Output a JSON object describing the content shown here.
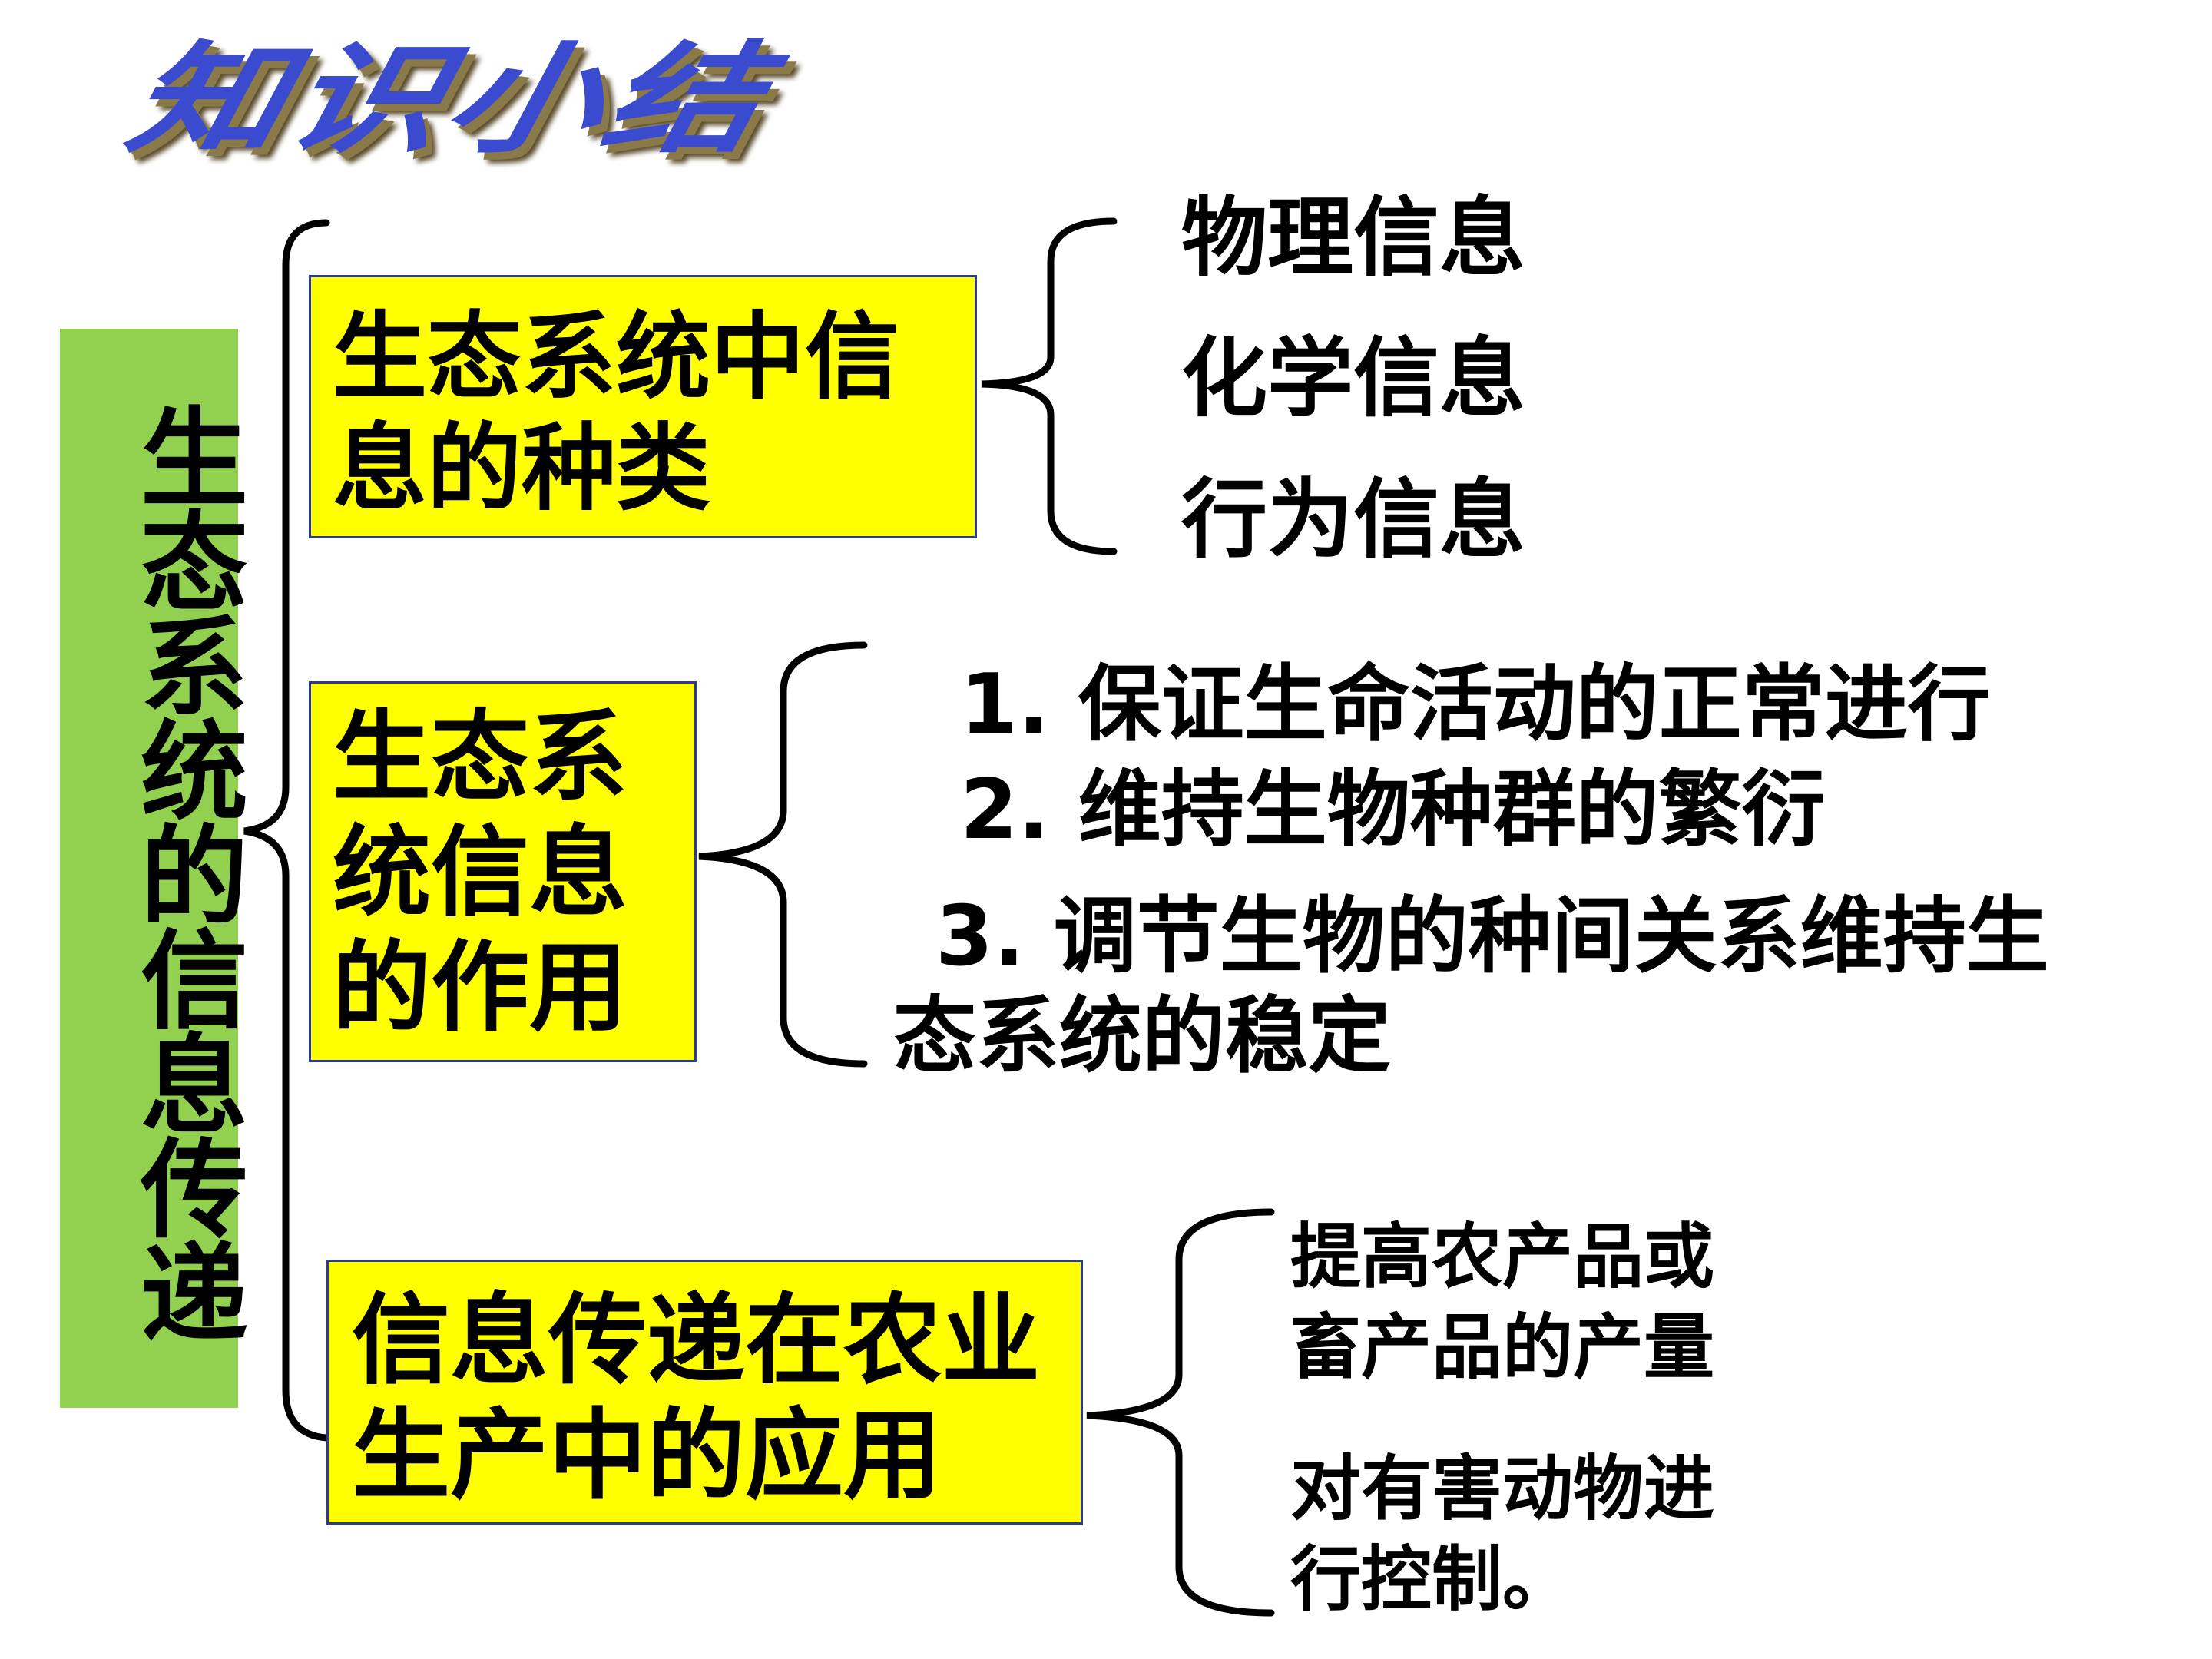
{
  "title": "知识小结",
  "root": "生态系统的信息传递",
  "branches": [
    {
      "label": "生态系统中信息的种类",
      "items": [
        "物理信息",
        "化学信息",
        "行为信息"
      ]
    },
    {
      "label": "生态系统信息的作用",
      "items": [
        "1. 保证生命活动的正常进行",
        "2. 维持生物种群的繁衍",
        "3. 调节生物的种间关系维持生态系统的稳定"
      ]
    },
    {
      "label": "信息传递在农业生产中的应用",
      "items": [
        "提高农产品或畜产品的产量",
        "对有害动物进行控制。"
      ]
    }
  ],
  "colors": {
    "root_bg": "#92d050",
    "box_bg": "#ffff00",
    "box_border": "#2b3a9a",
    "title": "#3a4bd0"
  }
}
